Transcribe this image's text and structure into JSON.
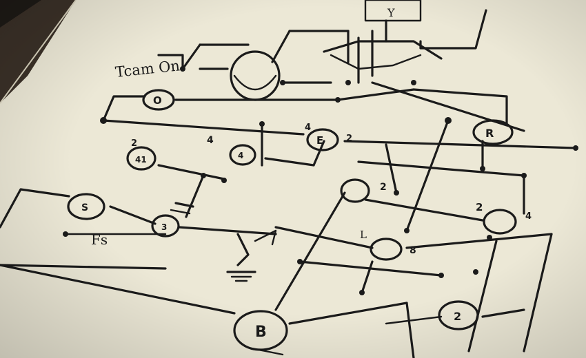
{
  "image": {
    "subject": "hand-drawn-circuit-schematic",
    "colors": {
      "paper": "#ece8d6",
      "ink": "#1b1b1b",
      "desk": "#4a3c2e"
    }
  },
  "labels": {
    "title": "Tcam On",
    "fs": "Fs",
    "top_box": "Y",
    "node_o": "O",
    "node_e": "E",
    "node_r": "R",
    "num_4_top": "4",
    "num_2_top": "2",
    "num_2_left": "2",
    "num_4_left": "4",
    "num_2_mid": "2",
    "num_2_right": "2",
    "num_4_right": "4",
    "letter_l": "L",
    "num_8": "8",
    "comp_a": "41",
    "comp_b": "4",
    "comp_c": "B",
    "comp_d": "3",
    "comp_e": "S",
    "comp_f": "2"
  }
}
